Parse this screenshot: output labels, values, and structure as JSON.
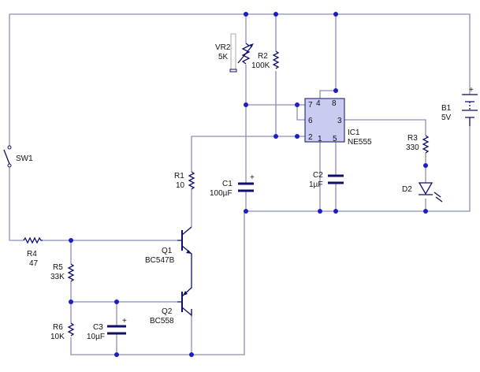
{
  "components": {
    "vr2": {
      "name": "VR2",
      "value": "5K"
    },
    "r2": {
      "name": "R2",
      "value": "100K"
    },
    "ic1": {
      "name": "IC1",
      "value": "NE555",
      "pins": {
        "p1": "1",
        "p2": "2",
        "p3": "3",
        "p4": "4",
        "p5": "5",
        "p6": "6",
        "p7": "7",
        "p8": "8"
      }
    },
    "b1": {
      "name": "B1",
      "value": "5V",
      "polarity": "+"
    },
    "r3": {
      "name": "R3",
      "value": "330"
    },
    "d2": {
      "name": "D2"
    },
    "c2": {
      "name": "C2",
      "value": "1µF"
    },
    "c1": {
      "name": "C1",
      "value": "100µF",
      "polarity": "+"
    },
    "r1": {
      "name": "R1",
      "value": "10"
    },
    "sw1": {
      "name": "SW1"
    },
    "r4": {
      "name": "R4",
      "value": "47"
    },
    "r5": {
      "name": "R5",
      "value": "33K"
    },
    "r6": {
      "name": "R6",
      "value": "10K"
    },
    "c3": {
      "name": "C3",
      "value": "10µF",
      "polarity": "+"
    },
    "q1": {
      "name": "Q1",
      "value": "BC547B"
    },
    "q2": {
      "name": "Q2",
      "value": "BC558"
    }
  },
  "colors": {
    "wire": "#8c8fb8",
    "node": "#1d1dc4",
    "component": "#0f0f6e",
    "ic_fill": "#c9ccf0"
  }
}
